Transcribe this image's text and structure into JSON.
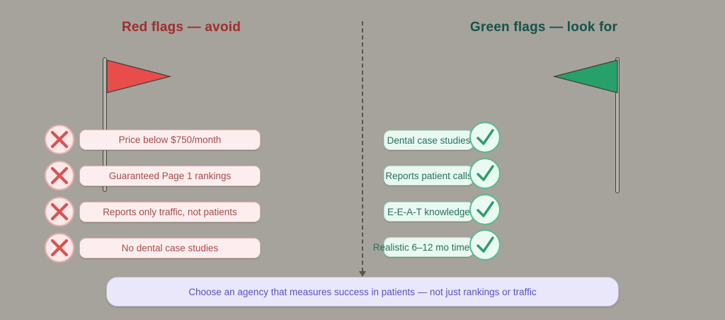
{
  "diagram": {
    "left": {
      "title": "Red flags — avoid",
      "items": [
        "Price below $750/month",
        "Guaranteed Page 1 rankings",
        "Reports only traffic, not patients",
        "No dental case studies"
      ]
    },
    "right": {
      "title": "Green flags — look for",
      "items": [
        "Dental case studies",
        "Reports patient calls",
        "E-E-A-T knowledge",
        "Realistic 6–12 mo timeline"
      ]
    },
    "banner": {
      "text": "Choose an agency that measures success in patients — not just rankings or traffic"
    },
    "icons": {
      "left_badge": "x-icon",
      "right_badge": "check-icon",
      "left_flag": "red-flag-icon",
      "right_flag": "green-flag-icon",
      "divider": "dashed-divider-arrow"
    },
    "colors": {
      "background": "#a6a39c",
      "red_title": "#a12d2d",
      "green_title": "#14534a",
      "red_flag_fill": "#e84d4c",
      "green_flag_fill": "#27a06c",
      "red_pill_fill": "#fceeee",
      "green_pill_fill": "#e9f8f1",
      "red_item_text": "#a84a4a",
      "green_item_text": "#27715a",
      "x_stroke": "#d85252",
      "check_stroke": "#2f9c6c",
      "banner_fill": "#e9e7f9",
      "banner_text": "#5a50c8"
    }
  }
}
